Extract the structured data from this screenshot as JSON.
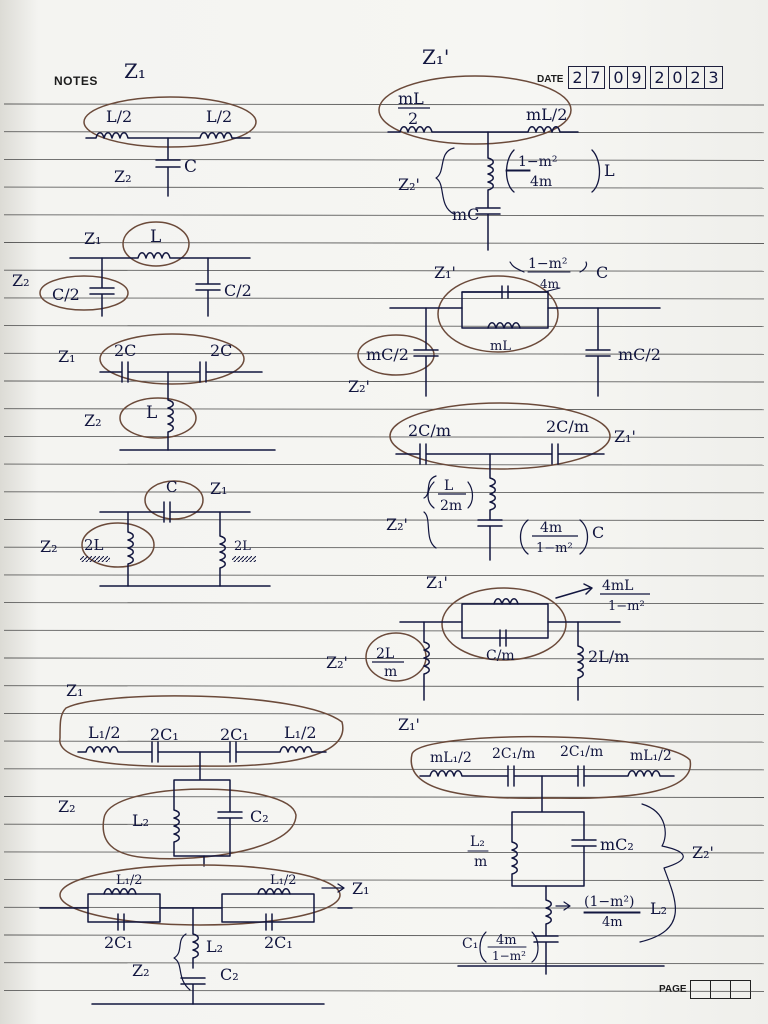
{
  "header": {
    "notes_label": "NOTES",
    "date_label": "DATE",
    "date_digits": [
      [
        "2",
        "7"
      ],
      [
        "0",
        "9"
      ],
      [
        "2",
        "0",
        "2",
        "3"
      ]
    ],
    "page_label": "PAGE"
  },
  "colors": {
    "ink": "#12163f",
    "rule": "#3c3c3c",
    "paper": "#f6f6f3",
    "loop": "#6b4a3a"
  },
  "left": {
    "s1": {
      "z1": "Z₁",
      "l1": "L/2",
      "l2": "L/2",
      "z2": "Z₂",
      "c": "C"
    },
    "s2": {
      "z1": "Z₁",
      "l": "L",
      "z2": "Z₂",
      "c1": "C/2",
      "c2": "C/2"
    },
    "s3": {
      "z1": "Z₁",
      "c1": "2C",
      "c2": "2C",
      "z2": "Z₂",
      "l": "L"
    },
    "s4": {
      "c": "C",
      "z1": "Z₁",
      "z2": "Z₂",
      "l1": "2L",
      "l2": "2L"
    },
    "s5": {
      "z1_top": "Z₁",
      "l1": "L₁/2",
      "c1": "2C₁",
      "c2": "2C₁",
      "l2": "L₁/2",
      "z2": "Z₂",
      "lp": "L₂",
      "cp": "C₂"
    },
    "s6": {
      "l1": "L₁/2",
      "l2": "L₁/2",
      "z1": "Z₁",
      "c1": "2C₁",
      "c2": "2C₁",
      "z2": "Z₂",
      "l": "L₂",
      "c": "C₂"
    }
  },
  "right": {
    "r1": {
      "z1": "Z₁'",
      "l1_num": "mL",
      "l1_den": "2",
      "l2": "mL/2",
      "z2": "Z₂'",
      "l_num": "1−m²",
      "l_den": "4m",
      "l_sym": "L",
      "c": "mC"
    },
    "r2": {
      "z1": "Z₁'",
      "c_num": "1−m²",
      "c_den": "4m",
      "c_sym": "C",
      "l": "mL",
      "z2": "Z₂'",
      "c1": "mC/2",
      "c2": "mC/2"
    },
    "r3": {
      "c1": "2C/m",
      "c2": "2C/m",
      "z1": "Z₁'",
      "l_num": "L",
      "l_den": "2m",
      "z2": "Z₂'",
      "c_num": "4m",
      "c_den": "1−m²",
      "c_sym": "C"
    },
    "r4": {
      "z1": "Z₁'",
      "l_num": "4mL",
      "l_den": "1−m²",
      "c": "C/m",
      "z2": "Z₂'",
      "l1_num": "2L",
      "l1_den": "m",
      "l2": "2L/m"
    },
    "r5": {
      "z1": "Z₁'",
      "l1": "mL₁/2",
      "c1": "2C₁/m",
      "c2": "2C₁/m",
      "l2": "mL₁/2",
      "lp_num": "L₂",
      "lp_den": "m",
      "cp": "mC₂",
      "z2": "Z₂'",
      "l_num": "(1−m²)",
      "l_den": "4m",
      "l_sym": "L₂",
      "c_pre": "C₁",
      "c_num": "4m",
      "c_den": "1−m²"
    }
  }
}
